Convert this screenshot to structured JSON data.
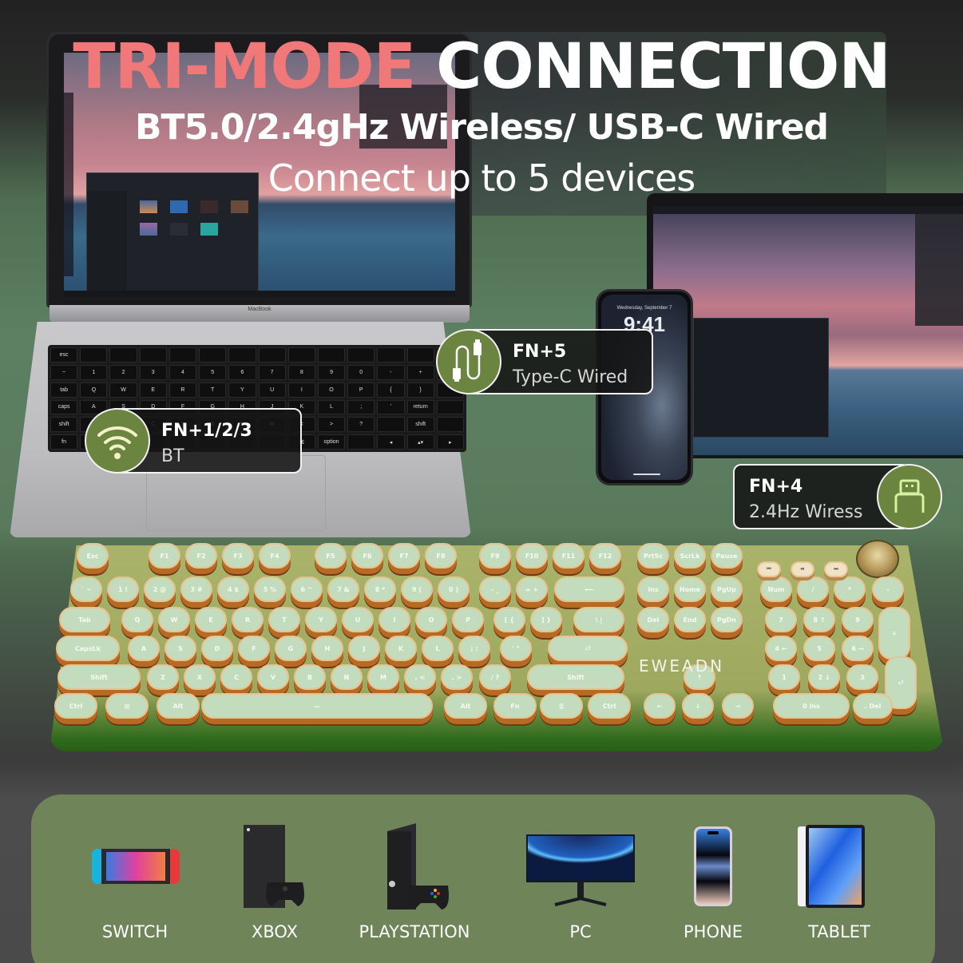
{
  "headline": {
    "accent": "TRI-MODE",
    "main": "CONNECTION",
    "subtitle": "BT5.0/2.4gHz Wireless/ USB-C Wired",
    "tagline": "Connect up to 5 devices",
    "accent_color": "#f07878"
  },
  "modes": [
    {
      "id": "bt",
      "icon": "wifi-icon",
      "shortcut": "FN+1/2/3",
      "label": "BT"
    },
    {
      "id": "wired",
      "icon": "usb-cable-icon",
      "shortcut": "FN+5",
      "label": "Type-C Wired"
    },
    {
      "id": "dongle",
      "icon": "usb-dongle-icon",
      "shortcut": "FN+4",
      "label": "2.4Hz Wiress"
    }
  ],
  "mode_badge_color": "#6b8541",
  "laptop": {
    "brand": "MacBook"
  },
  "phone": {
    "date": "Wednesday, September 7",
    "time": "9:41"
  },
  "keyboard": {
    "brand": "EWEADN",
    "keycap_color": "#c3dcbd",
    "rim_color": "#e9c38f",
    "rows": [
      [
        "Esc",
        "F1",
        "F2",
        "F3",
        "F4",
        "F5",
        "F6",
        "F7",
        "F8",
        "F9",
        "F10",
        "F11",
        "F12",
        "PrtSc",
        "ScrLk",
        "Pause"
      ],
      [
        "` ~",
        "1 !",
        "2 @",
        "3 #",
        "4 $",
        "5 %",
        "6 ^",
        "7 &",
        "8 *",
        "9 (",
        "0 )",
        "- _",
        "= +",
        "⟵",
        "Ins",
        "Home",
        "PgUp",
        "Num",
        "/",
        "*",
        "-"
      ],
      [
        "Tab",
        "Q",
        "W",
        "E",
        "R",
        "T",
        "Y",
        "U",
        "I",
        "O",
        "P",
        "[ {",
        "] }",
        "\\ |",
        "Del",
        "End",
        "PgDn",
        "7",
        "8 ↑",
        "9",
        "+"
      ],
      [
        "CapsLk",
        "A",
        "S",
        "D",
        "F",
        "G",
        "H",
        "J",
        "K",
        "L",
        "; :",
        "' \"",
        "⏎",
        "4 ←",
        "5",
        "6 →"
      ],
      [
        "Shift",
        "Z",
        "X",
        "C",
        "V",
        "B",
        "N",
        "M",
        ", <",
        ". >",
        "/ ?",
        "Shift",
        "↑",
        "1",
        "2 ↓",
        "3",
        "⏎"
      ],
      [
        "Ctrl",
        "⊞",
        "Alt",
        "—",
        "Alt",
        "Fn",
        "≣",
        "Ctrl",
        "←",
        "↓",
        "→",
        "0 Ins",
        ". Del"
      ]
    ],
    "media_keys": [
      "⏮",
      "⏯",
      "⏭"
    ]
  },
  "devices": {
    "panel_color": "#6f8459",
    "items": [
      {
        "id": "switch",
        "label": "SWITCH"
      },
      {
        "id": "xbox",
        "label": "XBOX"
      },
      {
        "id": "playstation",
        "label": "PLAYSTATION"
      },
      {
        "id": "pc",
        "label": "PC"
      },
      {
        "id": "phone",
        "label": "PHONE"
      },
      {
        "id": "tablet",
        "label": "TABLET"
      }
    ]
  }
}
